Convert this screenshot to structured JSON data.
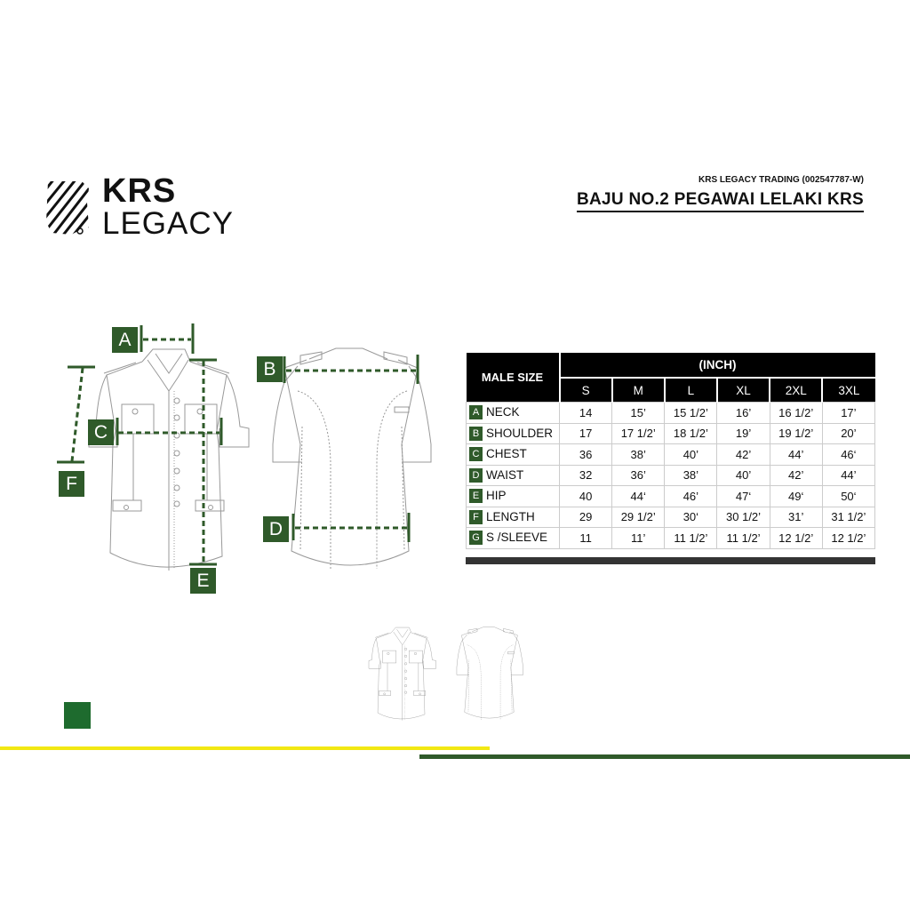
{
  "brand": {
    "line1": "KRS",
    "line2": "LEGACY",
    "logo_icon": "striped-shield-icon"
  },
  "header": {
    "company": "KRS LEGACY TRADING (002547787-W)",
    "title": "BAJU NO.2 PEGAWAI LELAKI KRS"
  },
  "diagram": {
    "labels": {
      "a": "A",
      "b": "B",
      "c": "C",
      "d": "D",
      "e": "E",
      "f": "F"
    }
  },
  "table": {
    "corner": "MALE SIZE",
    "unit": "(INCH)",
    "sizes": [
      "S",
      "M",
      "L",
      "XL",
      "2XL",
      "3XL"
    ],
    "rows": [
      {
        "key": "A",
        "name": "NECK",
        "values": [
          "14",
          "15’",
          "15 1/2’",
          "16’",
          "16 1/2’",
          "17’"
        ]
      },
      {
        "key": "B",
        "name": "SHOULDER",
        "values": [
          "17",
          "17 1/2’",
          "18 1/2’",
          "19’",
          "19 1/2’",
          "20’"
        ]
      },
      {
        "key": "C",
        "name": "CHEST",
        "values": [
          "36",
          "38’",
          "40’",
          "42’",
          "44’",
          "46‘"
        ]
      },
      {
        "key": "D",
        "name": "WAIST",
        "values": [
          "32",
          "36’",
          "38’",
          "40’",
          "42’",
          "44’"
        ]
      },
      {
        "key": "E",
        "name": "HIP",
        "values": [
          "40",
          "44‘",
          "46’",
          "47‘",
          "49‘",
          "50‘"
        ]
      },
      {
        "key": "F",
        "name": "LENGTH",
        "values": [
          "29",
          "29 1/2’",
          "30‘",
          "30 1/2’",
          "31’",
          "31 1/2’"
        ]
      },
      {
        "key": "G",
        "name": "S /SLEEVE",
        "values": [
          "11",
          "11’",
          "11 1/2’",
          "11 1/2’",
          "12 1/2’",
          "12 1/2’"
        ]
      }
    ]
  },
  "colors": {
    "accent_green": "#2f5a2a",
    "swatch": "#1e6b2e",
    "yellow": "#f2e813"
  }
}
